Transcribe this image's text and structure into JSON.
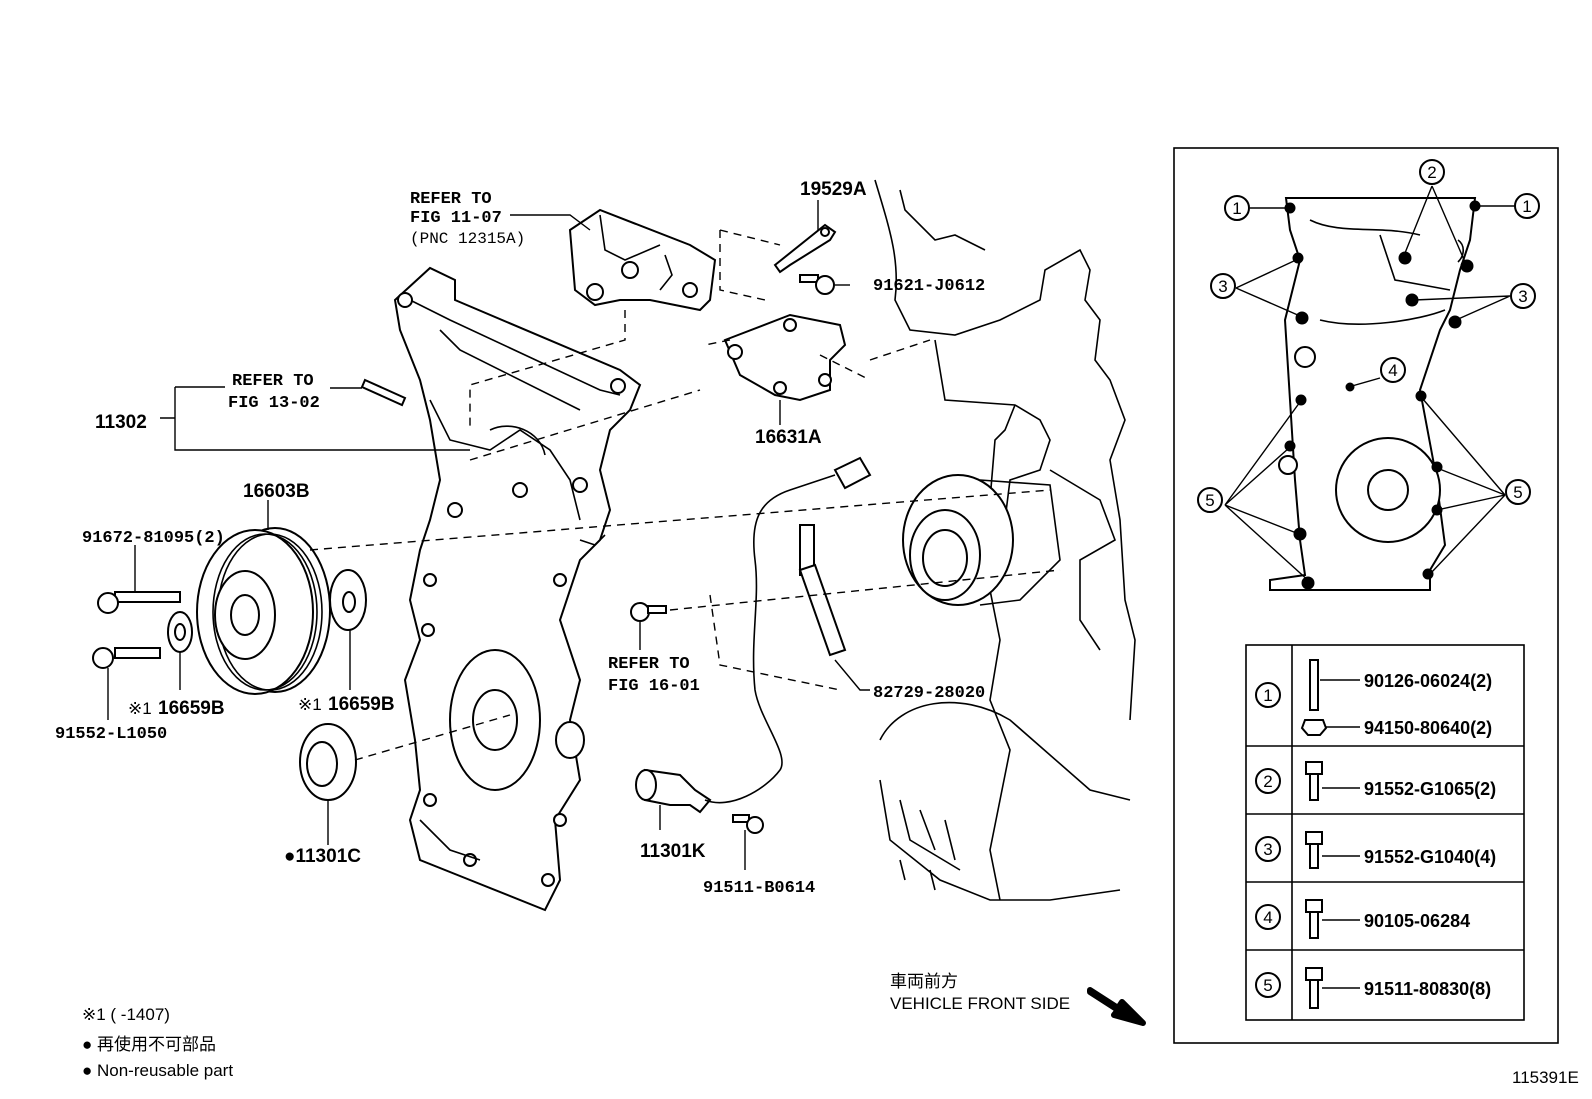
{
  "diagram_id": "115391E",
  "refs": {
    "fig_11_07": [
      "REFER TO",
      "FIG 11-07",
      "(PNC 12315A)"
    ],
    "fig_13_02": [
      "REFER TO",
      "FIG 13-02"
    ],
    "fig_16_01": [
      "REFER TO",
      "FIG 16-01"
    ]
  },
  "parts": {
    "p11302": "11302",
    "p16603B": "16603B",
    "p91672": "91672-81095(2)",
    "p91552_L1050": "91552-L1050",
    "p16659B_a": "16659B",
    "p16659B_b": "16659B",
    "star_a": "※1",
    "star_b": "※1",
    "p11301C": "●11301C",
    "p19529A": "19529A",
    "p91621": "91621-J0612",
    "p16631A": "16631A",
    "p82729": "82729-28020",
    "p11301K": "11301K",
    "p91511_B0614": "91511-B0614"
  },
  "inset": {
    "callouts": [
      "1",
      "2",
      "3",
      "4",
      "5"
    ],
    "table": [
      {
        "num": "1",
        "parts": [
          "90126-06024(2)",
          "94150-80640(2)"
        ]
      },
      {
        "num": "2",
        "parts": [
          "91552-G1065(2)"
        ]
      },
      {
        "num": "3",
        "parts": [
          "91552-G1040(4)"
        ]
      },
      {
        "num": "4",
        "parts": [
          "90105-06284"
        ]
      },
      {
        "num": "5",
        "parts": [
          "91511-80830(8)"
        ]
      }
    ]
  },
  "direction": {
    "jp": "車両前方",
    "en": "VEHICLE FRONT SIDE"
  },
  "legend": {
    "note1": "※1 (     -1407)",
    "non_reusable_jp": "● 再使用不可部品",
    "non_reusable_en": "● Non-reusable part"
  }
}
